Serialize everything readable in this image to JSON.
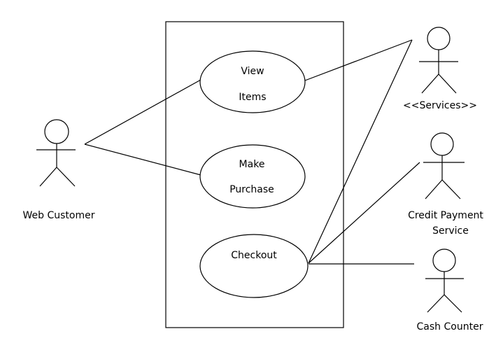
{
  "actors": {
    "web_customer": "Web Customer",
    "services": "<<Services>>",
    "credit_payment_line1": "Credit Payment",
    "credit_payment_line2": "Service",
    "cash_counter": "Cash Counter"
  },
  "use_cases": {
    "view_items_line1": "View",
    "view_items_line2": "Items",
    "make_purchase_line1": "Make",
    "make_purchase_line2": "Purchase",
    "checkout": "Checkout"
  }
}
